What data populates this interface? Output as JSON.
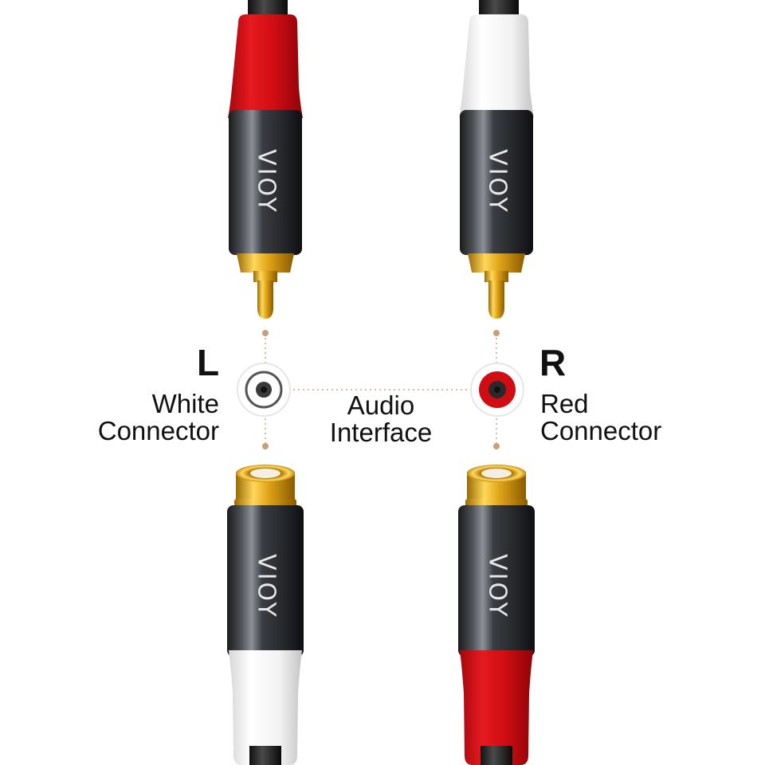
{
  "brand": "VIOY",
  "colors": {
    "red": "#d10d14",
    "white": "#f4f4f4",
    "gold": "#e8b020",
    "metal": "#2d2f31",
    "guide": "#caa880",
    "text": "#111111"
  },
  "labels": {
    "left_letter": "L",
    "left_line1": "White",
    "left_line2": "Connector",
    "center_line1": "Audio",
    "center_line2": "Interface",
    "right_letter": "R",
    "right_line1": "Red",
    "right_line2": "Connector"
  }
}
